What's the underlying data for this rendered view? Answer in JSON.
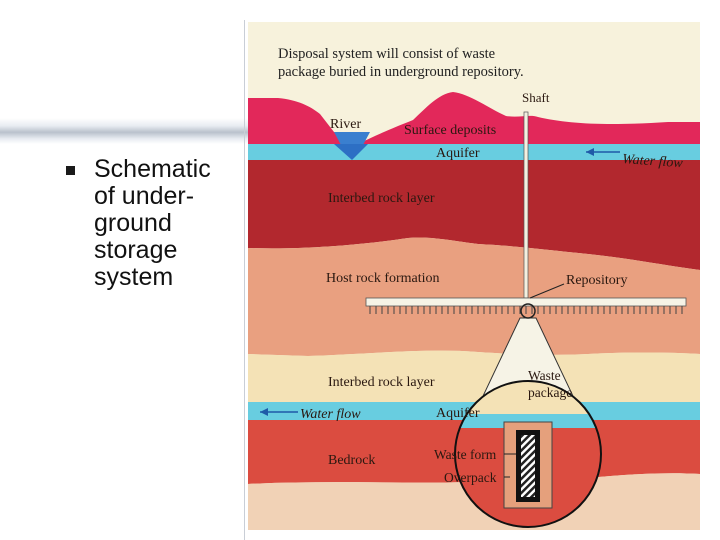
{
  "slide": {
    "bullet": "Schematic of under-ground storage system",
    "bullet_lines": [
      "Schematic",
      "of under-",
      "ground",
      "storage",
      "system"
    ]
  },
  "diagram": {
    "caption_lines": [
      "Disposal system will consist of waste",
      "package buried in underground repository."
    ],
    "labels": {
      "shaft": "Shaft",
      "river": "River",
      "surface_deposits": "Surface deposits",
      "aquifer_top": "Aquifer",
      "water_flow_top": "Water flow",
      "interbed_top": "Interbed rock layer",
      "host_rock": "Host rock formation",
      "repository": "Repository",
      "interbed_bottom": "Interbed rock layer",
      "waste_package": "Waste package",
      "waste_package_lines": [
        "Waste",
        "package"
      ],
      "water_flow_bottom": "Water flow",
      "aquifer_bottom": "Aquifer",
      "bedrock": "Bedrock",
      "waste_form": "Waste form",
      "overpack": "Overpack"
    },
    "colors": {
      "background": "#f7f2dc",
      "surface": "#e2285a",
      "aquifer": "#68cde0",
      "interbed": "#b2282e",
      "host_rock": "#e9a080",
      "lower_layer": "#f4e2b6",
      "bedrock": "#db4c40",
      "bedrock_bottom": "#f1d2b6"
    }
  }
}
